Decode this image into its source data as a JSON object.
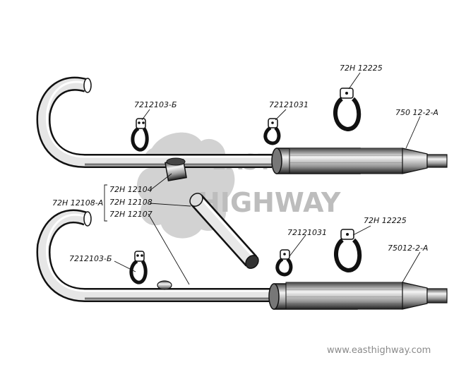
{
  "labels": {
    "upper_hanger": "7212103-Б",
    "upper_clamp_small": "72121031",
    "upper_clamp_large": "72Н 12225",
    "upper_muffler": "750 12-2-А",
    "assembly": "72Н 12108-А",
    "group_1": "72Н 12104",
    "group_2": "72Н 12108",
    "group_3": "72Н 12107",
    "lower_clamp_small": "72121031",
    "lower_clamp_large": "72Н 12225",
    "lower_hanger": "7212103-Б",
    "lower_muffler": "75012-2-А"
  },
  "watermark": {
    "line1": "EAST",
    "line2": "HIGHWAY",
    "url": "www.easthighway.com"
  },
  "colors": {
    "ink": "#111111",
    "watermark": "#bdbdbd"
  }
}
